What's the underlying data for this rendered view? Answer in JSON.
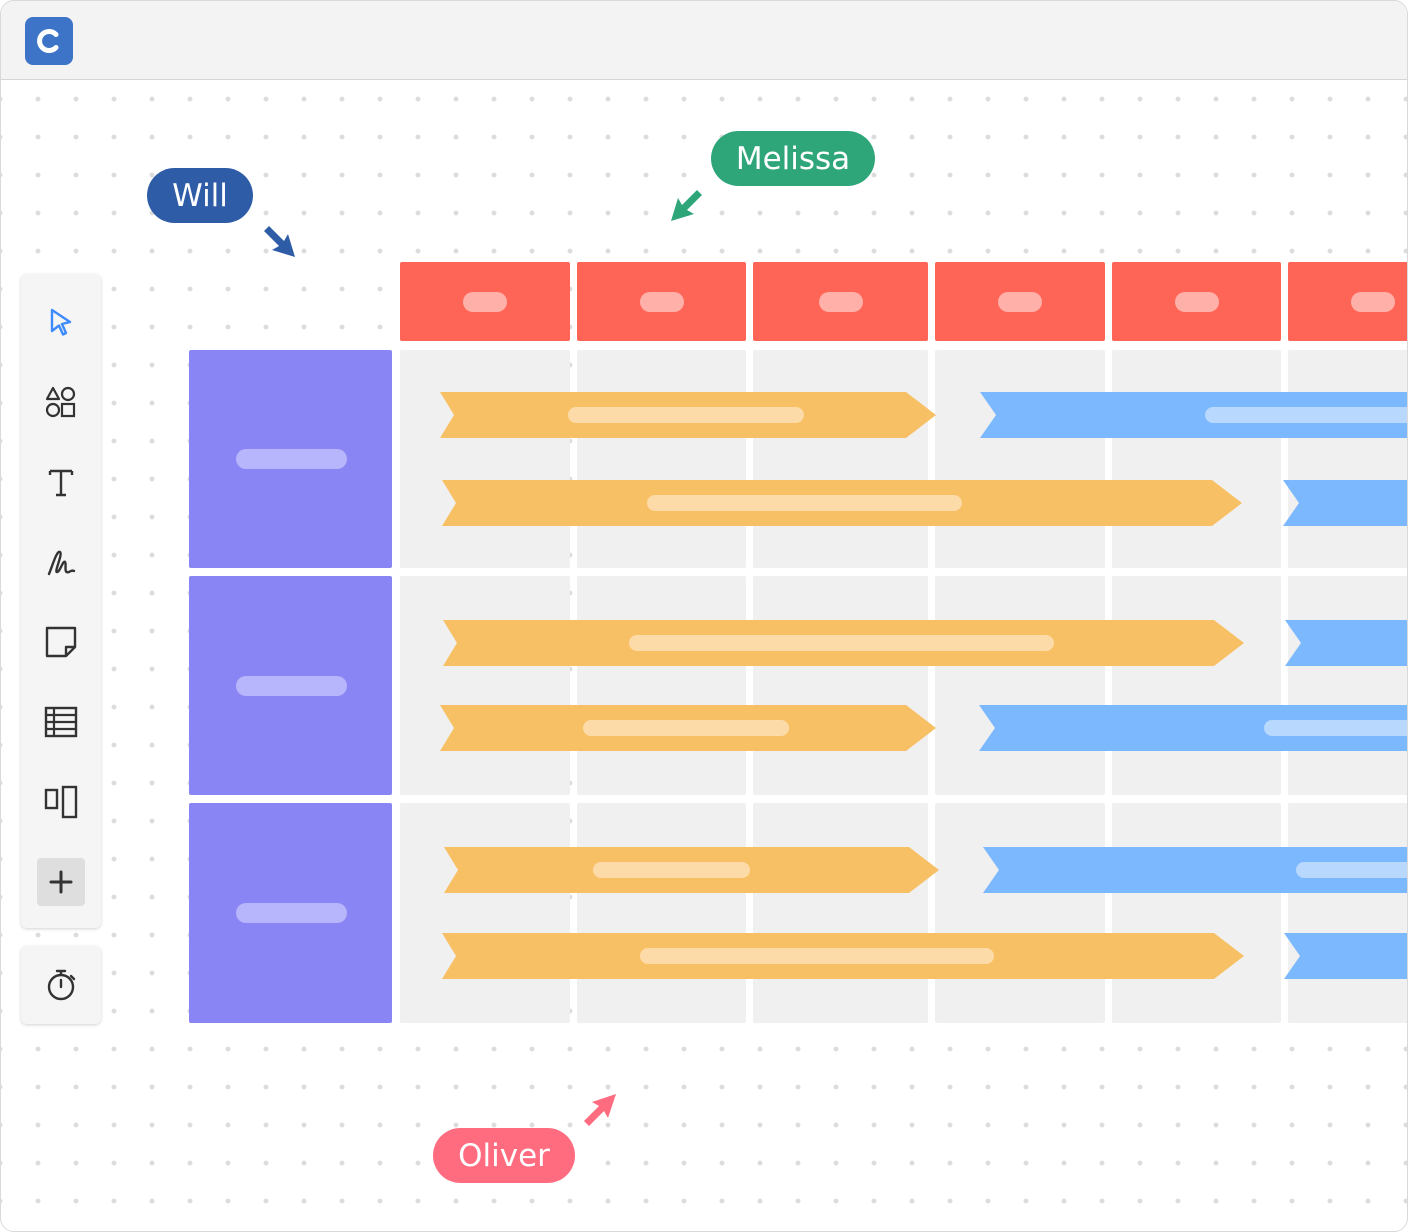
{
  "app": {
    "logo_icon": "app-logo-c-icon",
    "brand_color": "#3d74c7"
  },
  "toolbar": {
    "tools": [
      {
        "name": "select-tool",
        "icon": "cursor-arrow-icon"
      },
      {
        "name": "shapes-tool",
        "icon": "shapes-icon"
      },
      {
        "name": "text-tool",
        "icon": "text-t-icon"
      },
      {
        "name": "draw-tool",
        "icon": "pen-scribble-icon"
      },
      {
        "name": "sticky-note-tool",
        "icon": "sticky-note-icon"
      },
      {
        "name": "table-tool",
        "icon": "table-icon"
      },
      {
        "name": "frames-tool",
        "icon": "frames-icon"
      },
      {
        "name": "more-tools-button",
        "icon": "plus-icon"
      }
    ],
    "timer": {
      "name": "timer-button",
      "icon": "stopwatch-icon"
    }
  },
  "board": {
    "column_header_color": "#ff6557",
    "row_header_color": "#8a85f4",
    "task_colors": {
      "orange": "#f8c065",
      "blue": "#7cb8fd"
    },
    "columns": 6,
    "rows": 3
  },
  "collaborators": [
    {
      "name": "Will",
      "color": "#2f5ca6"
    },
    {
      "name": "Melissa",
      "color": "#2fa67a"
    },
    {
      "name": "Oliver",
      "color": "#ff6b7f"
    }
  ]
}
